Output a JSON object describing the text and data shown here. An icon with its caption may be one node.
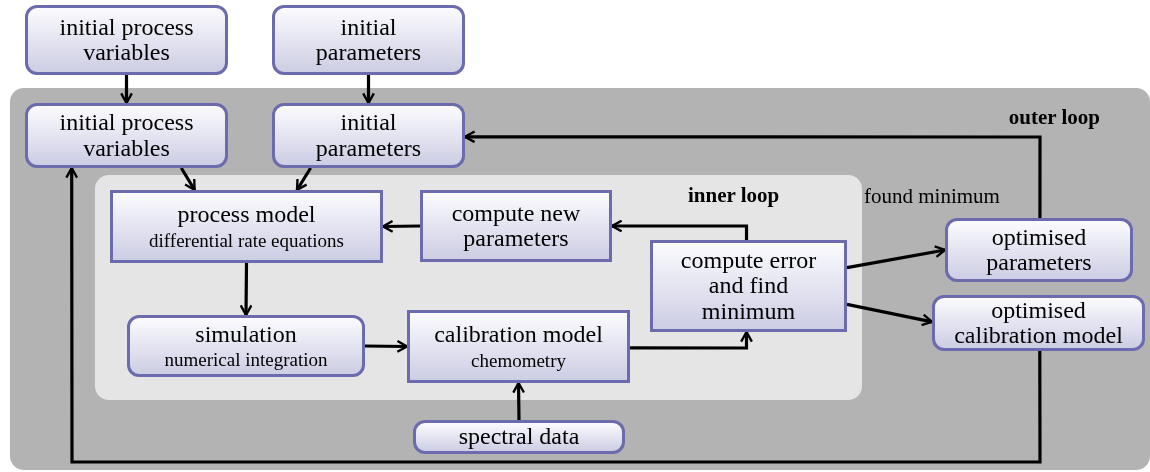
{
  "diagram": {
    "nodes": [
      {
        "text": [
          "initial process variables"
        ]
      },
      {
        "text": [
          "initial parameters"
        ]
      },
      {
        "text": [
          "outer loop"
        ]
      },
      {
        "text": [
          "initial process variables"
        ],
        "in": 2
      },
      {
        "text": [
          "initial parameters"
        ],
        "in": 2
      },
      {
        "text": [
          "inner loop"
        ],
        "in": 2
      },
      {
        "text": [
          "process model",
          "differential rate equations"
        ],
        "in": 5
      },
      {
        "text": [
          "compute new parameters"
        ],
        "in": 5
      },
      {
        "text": [
          "compute error and find minimum"
        ],
        "in": 5
      },
      {
        "text": [
          "simulation",
          "numerical integration"
        ],
        "in": 5
      },
      {
        "text": [
          "calibration model",
          "chemometry"
        ],
        "in": 5
      },
      {
        "text": [
          "spectral data"
        ],
        "in": 2
      },
      {
        "text": [
          "optimised parameters"
        ],
        "in": 2
      },
      {
        "text": [
          "optimised calibration model"
        ],
        "in": 2
      }
    ],
    "edges": [
      {
        "from": 0,
        "to": 3,
        "arrow": "to"
      },
      {
        "from": 1,
        "to": 4,
        "arrow": "to"
      },
      {
        "from": 3,
        "to": 6,
        "arrow": "to"
      },
      {
        "from": 4,
        "to": 6,
        "arrow": "to"
      },
      {
        "from": 7,
        "to": 6,
        "arrow": "to"
      },
      {
        "from": 8,
        "to": 7,
        "arrow": "to"
      },
      {
        "from": 6,
        "to": 9,
        "arrow": "to"
      },
      {
        "from": 9,
        "to": 10,
        "arrow": "to"
      },
      {
        "from": 10,
        "to": 8,
        "arrow": "to"
      },
      {
        "from": 11,
        "to": 10,
        "arrow": "to"
      },
      {
        "from": 8,
        "to": 12,
        "arrow": "to"
      },
      {
        "from": 8,
        "to": 13,
        "arrow": "to"
      },
      {
        "from": 12,
        "to": 4,
        "arrow": "to"
      },
      {
        "from": 13,
        "to": 3,
        "arrow": "to"
      }
    ],
    "labels": [
      "found minimum"
    ]
  }
}
